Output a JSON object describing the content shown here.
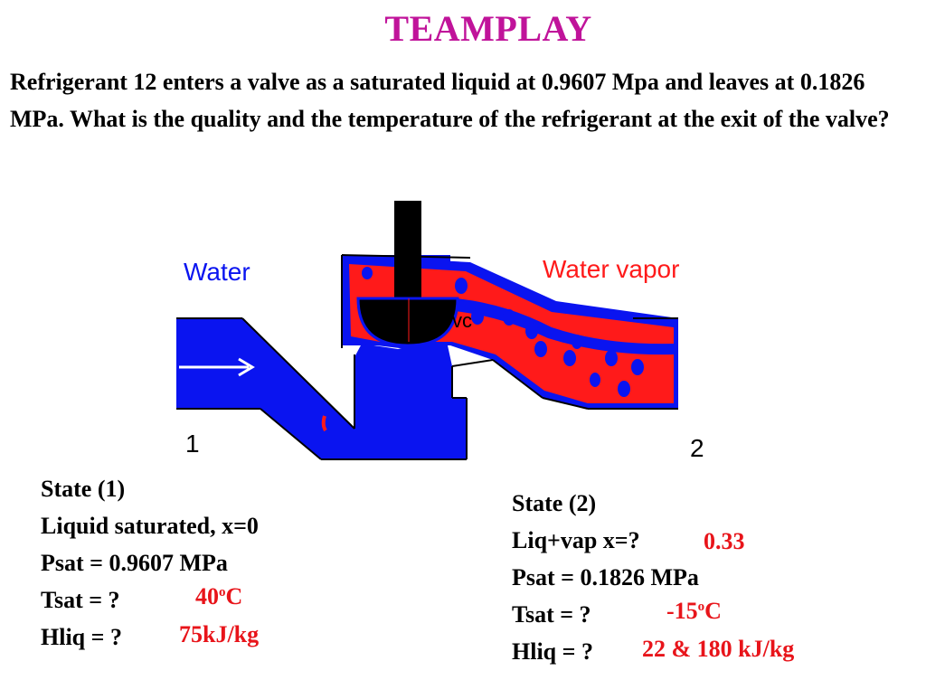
{
  "title": "TEAMPLAY",
  "problem": "Refrigerant 12 enters a valve as a saturated liquid at 0.9607 Mpa and leaves at  0.1826 MPa.  What is the quality and the temperature of the refrigerant at the exit of the valve?",
  "diagram": {
    "label_inlet": "Water",
    "label_outlet": "Water vapor",
    "label_cv": "vc",
    "label_state1": "1",
    "label_state2": "2",
    "colors": {
      "liquid": "#0a14f0",
      "vapor": "#ff1a1a",
      "stem": "#000000"
    }
  },
  "state1": {
    "heading": "State (1)",
    "line1": "Liquid saturated, x=0",
    "line2": "Psat = 0.9607 MPa",
    "line3": "Tsat = ?",
    "line4": "Hliq = ?",
    "ans_tsat_num": "40",
    "ans_tsat_sup": "o",
    "ans_tsat_unit": "C",
    "ans_hliq": "75kJ/kg"
  },
  "state2": {
    "heading": "State (2)",
    "line1": "Liq+vap  x=?",
    "line2": "Psat = 0.1826 MPa",
    "line3": "Tsat = ?",
    "line4": "Hliq = ?",
    "ans_x": "0.33",
    "ans_tsat_num": "-15",
    "ans_tsat_sup": "o",
    "ans_tsat_unit": "C",
    "ans_hliq": "22 & 180 kJ/kg"
  }
}
